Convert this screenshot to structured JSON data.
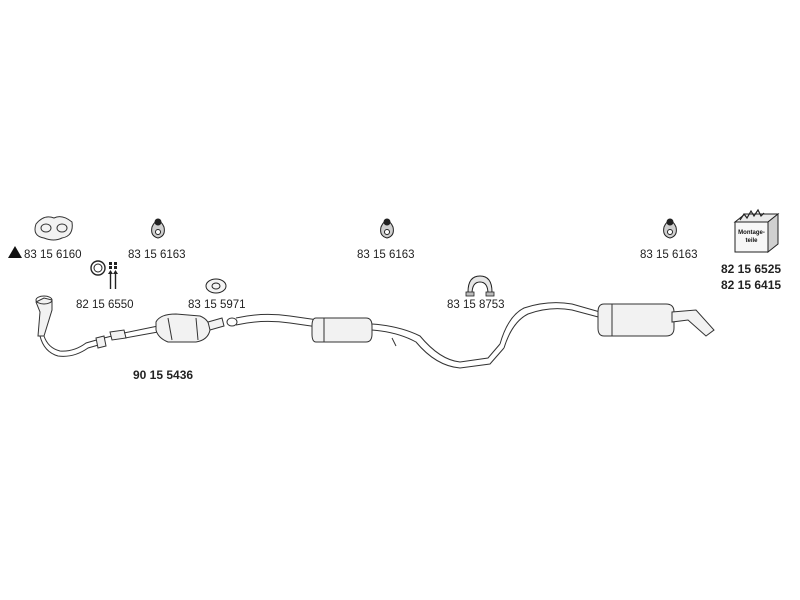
{
  "parts": {
    "p1": "83 15 6160",
    "p2": "83 15 6163",
    "p3": "83 15 6163",
    "p4": "83 15 6163",
    "p5": "82 15 6550",
    "p6": "83 15 5971",
    "p7": "83 15  8753",
    "p8": "82 15 6525",
    "p9": "82 15 6415",
    "p10": "90 15 5436"
  },
  "kit_box": {
    "label_line1": "Montage-",
    "label_line2": "teile"
  },
  "icons": {
    "warning": "triangle-marker-icon",
    "gasket": "flange-gasket-icon",
    "hanger": "rubber-hanger-icon",
    "clamp": "clamp-icon",
    "ring": "seal-ring-icon",
    "bolts": "bolt-set-icon",
    "kit": "mounting-kit-box-icon"
  }
}
